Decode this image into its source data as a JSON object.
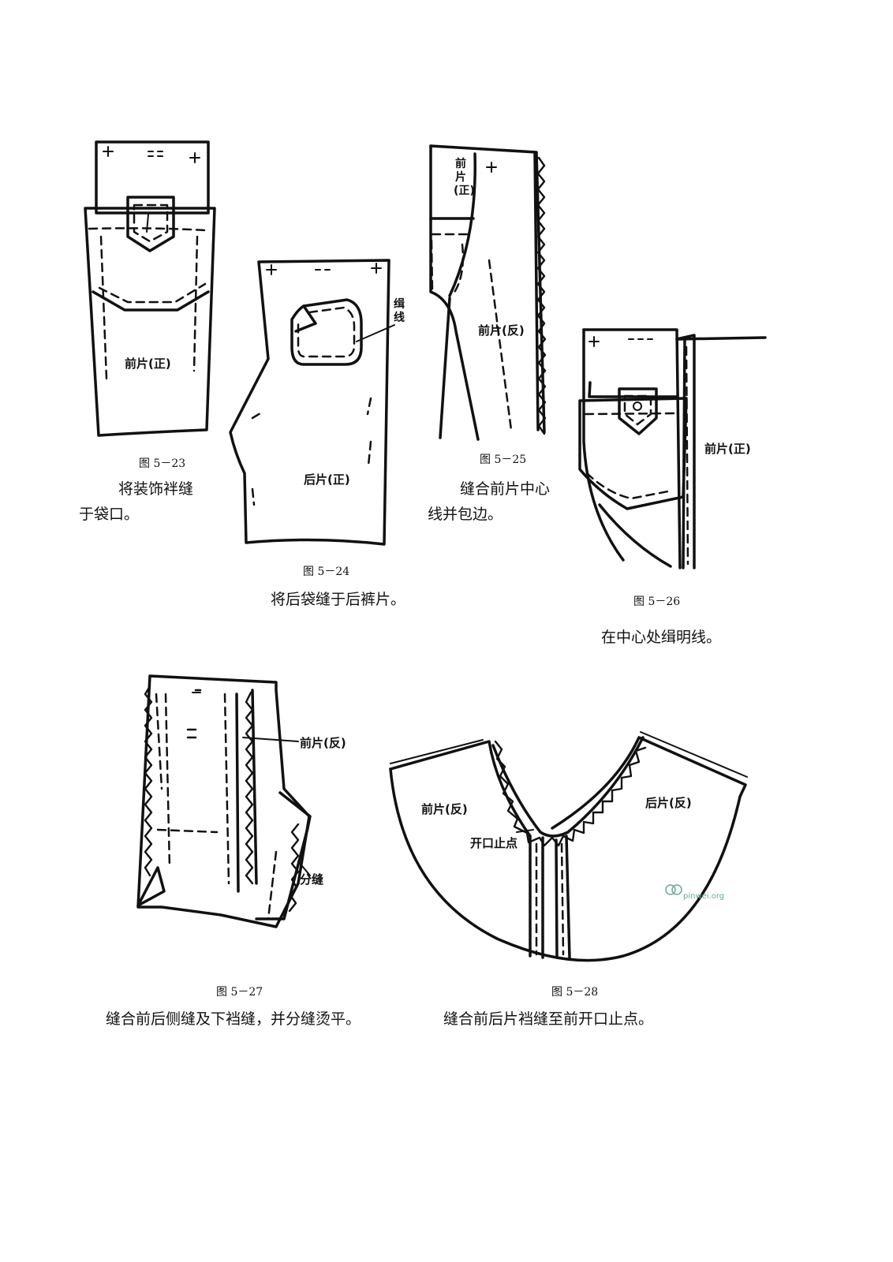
{
  "figures": [
    {
      "caption": "图 5－23",
      "desc_lines": [
        "将装饰袢缝",
        "于袋口。"
      ],
      "labels": [
        "前片(正)"
      ]
    },
    {
      "caption": "图 5－24",
      "desc_lines": [
        "将后袋缝于后裤片。"
      ],
      "labels": [
        "后片(正)",
        "缉线"
      ]
    },
    {
      "caption": "图 5－25",
      "desc_lines": [
        "缝合前片中心",
        "线并包边。"
      ],
      "labels": [
        "前片(正)",
        "前片(反)"
      ]
    },
    {
      "caption": "图 5－26",
      "desc_lines": [
        "在中心处缉明线。"
      ],
      "labels": [
        "前片(正)"
      ]
    },
    {
      "caption": "图 5－27",
      "desc_lines": [
        "缝合前后侧缝及下裆缝，并分缝烫平。"
      ],
      "labels": [
        "前片(反)",
        "分缝"
      ]
    },
    {
      "caption": "图 5－28",
      "desc_lines": [
        "缝合前后片裆缝至前开口止点。"
      ],
      "labels": [
        "前片(反)",
        "后片(反)",
        "开口止点"
      ]
    }
  ],
  "watermark": "pinwei.org"
}
